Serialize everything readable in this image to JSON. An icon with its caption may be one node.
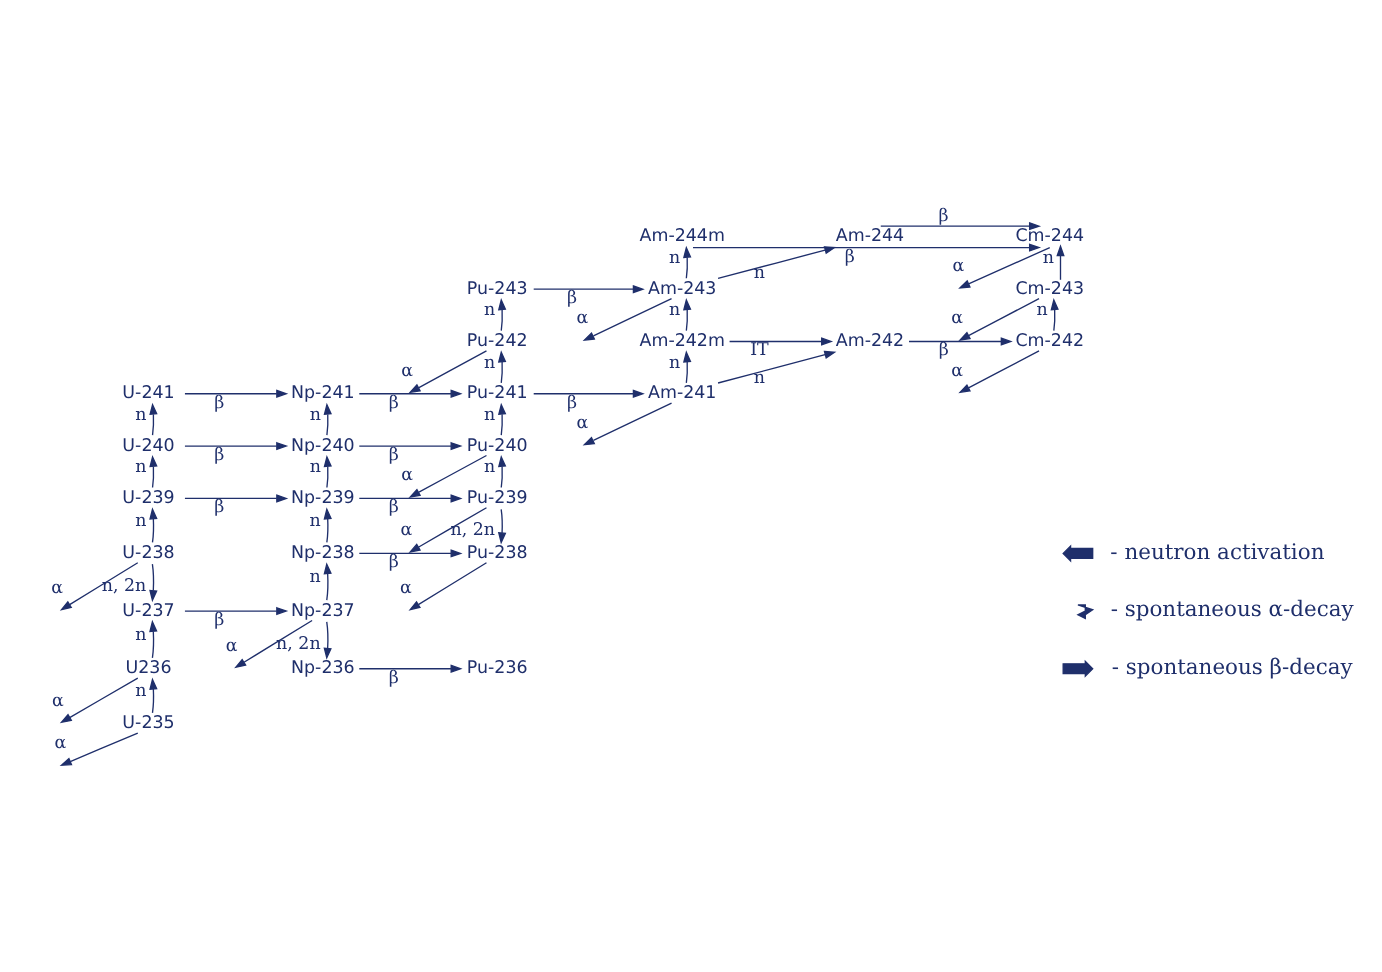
{
  "diagram": {
    "nodes": [
      {
        "text": [
          "Am-244m"
        ]
      },
      {
        "text": [
          "Am-244"
        ]
      },
      {
        "text": [
          "Cm-244"
        ]
      },
      {
        "text": [
          "Pu-243"
        ]
      },
      {
        "text": [
          "Am-243"
        ]
      },
      {
        "text": [
          "Cm-243"
        ]
      },
      {
        "text": [
          "Pu-242"
        ]
      },
      {
        "text": [
          "Am-242m"
        ]
      },
      {
        "text": [
          "Am-242"
        ]
      },
      {
        "text": [
          "Cm-242"
        ]
      },
      {
        "text": [
          "U-241"
        ]
      },
      {
        "text": [
          "Np-241"
        ]
      },
      {
        "text": [
          "Pu-241"
        ]
      },
      {
        "text": [
          "Am-241"
        ]
      },
      {
        "text": [
          "U-240"
        ]
      },
      {
        "text": [
          "Np-240"
        ]
      },
      {
        "text": [
          "Pu-240"
        ]
      },
      {
        "text": [
          "U-239"
        ]
      },
      {
        "text": [
          "Np-239"
        ]
      },
      {
        "text": [
          "Pu-239"
        ]
      },
      {
        "text": [
          "U-238"
        ]
      },
      {
        "text": [
          "Np-238"
        ]
      },
      {
        "text": [
          "Pu-238"
        ]
      },
      {
        "text": [
          "U-237"
        ]
      },
      {
        "text": [
          "Np-237"
        ]
      },
      {
        "text": [
          "U236"
        ]
      },
      {
        "text": [
          "Np-236"
        ]
      },
      {
        "text": [
          "Pu-236"
        ]
      },
      {
        "text": [
          "U-235"
        ]
      }
    ],
    "edges": [
      {
        "from": 1,
        "to": 2,
        "arrow": "to",
        "label": "β"
      },
      {
        "from": 0,
        "to": 2,
        "arrow": "to",
        "label": "β"
      },
      {
        "from": 4,
        "to": 1,
        "arrow": "to",
        "label": "n"
      },
      {
        "from": 5,
        "to": 2,
        "arrow": "to",
        "label": "n"
      },
      {
        "from": 2,
        "to": null,
        "arrow": "to",
        "label": "α"
      },
      {
        "from": 3,
        "to": 4,
        "arrow": "to",
        "label": "β"
      },
      {
        "from": 4,
        "to": 0,
        "arrow": "to",
        "label": "n"
      },
      {
        "from": 4,
        "to": null,
        "arrow": "to",
        "label": "α"
      },
      {
        "from": 5,
        "to": null,
        "arrow": "to",
        "label": "α"
      },
      {
        "from": 6,
        "to": 3,
        "arrow": "to",
        "label": "n"
      },
      {
        "from": 7,
        "to": 4,
        "arrow": "to",
        "label": "n"
      },
      {
        "from": 7,
        "to": 8,
        "arrow": "to",
        "label": "IT"
      },
      {
        "from": 8,
        "to": 9,
        "arrow": "to",
        "label": "β"
      },
      {
        "from": 9,
        "to": 5,
        "arrow": "to",
        "label": "n"
      },
      {
        "from": 9,
        "to": null,
        "arrow": "to",
        "label": "α"
      },
      {
        "from": 6,
        "to": null,
        "arrow": "to",
        "label": "α"
      },
      {
        "from": 12,
        "to": 6,
        "arrow": "to",
        "label": "n"
      },
      {
        "from": 13,
        "to": 7,
        "arrow": "to",
        "label": "n"
      },
      {
        "from": 13,
        "to": 8,
        "arrow": "to",
        "label": "n"
      },
      {
        "from": 10,
        "to": 11,
        "arrow": "to",
        "label": "β"
      },
      {
        "from": 11,
        "to": 12,
        "arrow": "to",
        "label": "β"
      },
      {
        "from": 12,
        "to": 13,
        "arrow": "to",
        "label": "β"
      },
      {
        "from": 13,
        "to": null,
        "arrow": "to",
        "label": "α"
      },
      {
        "from": 14,
        "to": 10,
        "arrow": "to",
        "label": "n"
      },
      {
        "from": 15,
        "to": 11,
        "arrow": "to",
        "label": "n"
      },
      {
        "from": 16,
        "to": 12,
        "arrow": "to",
        "label": "n"
      },
      {
        "from": 14,
        "to": 15,
        "arrow": "to",
        "label": "β"
      },
      {
        "from": 15,
        "to": 16,
        "arrow": "to",
        "label": "β"
      },
      {
        "from": 16,
        "to": null,
        "arrow": "to",
        "label": "α"
      },
      {
        "from": 17,
        "to": 14,
        "arrow": "to",
        "label": "n"
      },
      {
        "from": 18,
        "to": 15,
        "arrow": "to",
        "label": "n"
      },
      {
        "from": 19,
        "to": 16,
        "arrow": "to",
        "label": "n"
      },
      {
        "from": 17,
        "to": 18,
        "arrow": "to",
        "label": "β"
      },
      {
        "from": 18,
        "to": 19,
        "arrow": "to",
        "label": "β"
      },
      {
        "from": 19,
        "to": null,
        "arrow": "to",
        "label": "α"
      },
      {
        "from": 19,
        "to": 22,
        "arrow": "to",
        "label": "n, 2n"
      },
      {
        "from": 20,
        "to": 17,
        "arrow": "to",
        "label": "n"
      },
      {
        "from": 21,
        "to": 18,
        "arrow": "to",
        "label": "n"
      },
      {
        "from": 21,
        "to": 22,
        "arrow": "to",
        "label": "β"
      },
      {
        "from": 20,
        "to": null,
        "arrow": "to",
        "label": "α"
      },
      {
        "from": 20,
        "to": 23,
        "arrow": "to",
        "label": "n, 2n"
      },
      {
        "from": 22,
        "to": null,
        "arrow": "to",
        "label": "α"
      },
      {
        "from": 24,
        "to": 21,
        "arrow": "to",
        "label": "n"
      },
      {
        "from": 23,
        "to": 24,
        "arrow": "to",
        "label": "β"
      },
      {
        "from": 24,
        "to": null,
        "arrow": "to",
        "label": "α"
      },
      {
        "from": 24,
        "to": 26,
        "arrow": "to",
        "label": "n, 2n"
      },
      {
        "from": 25,
        "to": 23,
        "arrow": "to",
        "label": "n"
      },
      {
        "from": 26,
        "to": 27,
        "arrow": "to",
        "label": "β"
      },
      {
        "from": 25,
        "to": null,
        "arrow": "to",
        "label": "α"
      },
      {
        "from": 28,
        "to": 25,
        "arrow": "to",
        "label": "n"
      },
      {
        "from": 28,
        "to": null,
        "arrow": "to",
        "label": "α"
      }
    ],
    "legend": [
      {
        "text": "- neutron activation"
      },
      {
        "text": "- spontaneous α-decay"
      },
      {
        "text": "- spontaneous β-decay"
      }
    ]
  }
}
